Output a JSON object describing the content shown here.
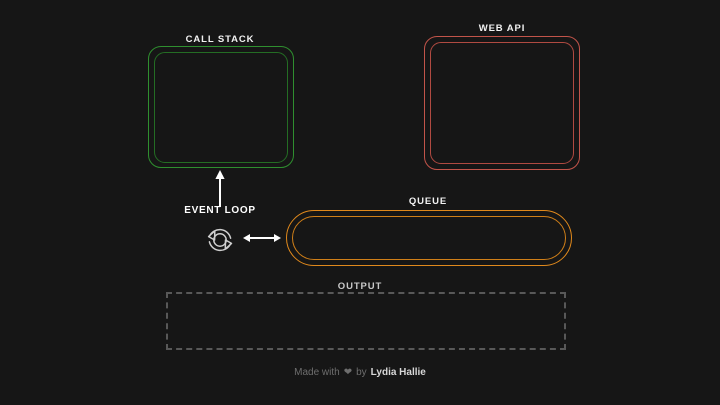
{
  "theme": {
    "background": "#161616",
    "call_stack_color": "#2f8f2f",
    "web_api_color": "#c2544a",
    "queue_color": "#e0891c",
    "output_color": "#585858",
    "text_color": "#ffffff",
    "muted_text_color": "#6e6e6e"
  },
  "sections": {
    "call_stack": {
      "label": "CALL STACK",
      "content": ""
    },
    "web_api": {
      "label": "WEB API",
      "content": ""
    },
    "queue": {
      "label": "QUEUE",
      "content": ""
    },
    "output": {
      "label": "OUTPUT",
      "content": ""
    },
    "event_loop": {
      "label": "EVENT LOOP",
      "icon": "circular-arrows-icon"
    }
  },
  "arrows": {
    "queue_to_stack": "arrow-up-icon",
    "loop_to_queue": "arrow-left-right-icon"
  },
  "footer": {
    "made_with": "Made with",
    "heart": "❤",
    "by": "by",
    "author": "Lydia Hallie"
  }
}
